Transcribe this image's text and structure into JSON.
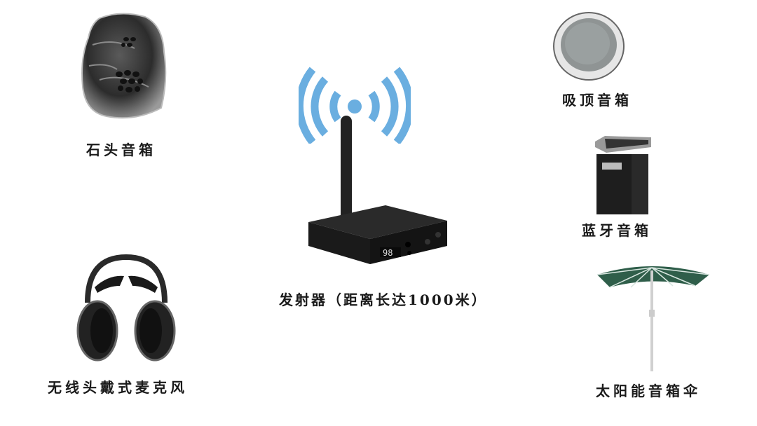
{
  "colors": {
    "background": "#ffffff",
    "signal_blue": "#6aaee0",
    "device_black": "#1c1c1c",
    "umbrella_green": "#2f5e4a",
    "label_text": "#1a1a1a"
  },
  "items": [
    {
      "id": "rock-speaker",
      "label": "石头音箱",
      "icon": "rock-speaker-icon"
    },
    {
      "id": "transmitter",
      "label": "发射器（距离长达1000米）",
      "icon": "transmitter-icon",
      "display_digits": "98"
    },
    {
      "id": "ceiling-speaker",
      "label": "吸顶音箱",
      "icon": "ceiling-speaker-icon"
    },
    {
      "id": "bluetooth-speaker",
      "label": "蓝牙音箱",
      "icon": "bluetooth-speaker-icon"
    },
    {
      "id": "headset-microphone",
      "label": "无线头戴式麦克风",
      "icon": "headset-icon"
    },
    {
      "id": "solar-speaker-umbrella",
      "label": "太阳能音箱伞",
      "icon": "umbrella-icon"
    }
  ],
  "signal_icon": "wifi-signal-icon"
}
